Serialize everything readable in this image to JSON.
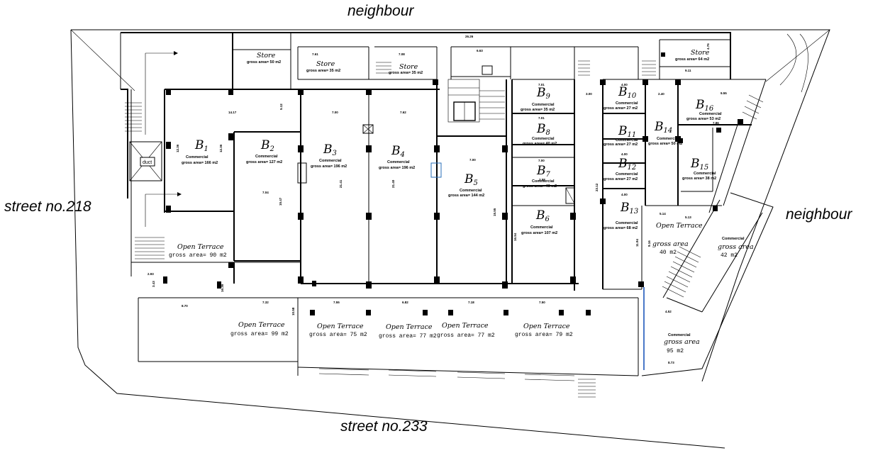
{
  "surroundings": {
    "top": "neighbour",
    "right": "neighbour",
    "left": "street no.218",
    "bottom": "street no.233"
  },
  "units": [
    {
      "id": "b1",
      "letter": "B",
      "sub": "1",
      "use": "Commercial",
      "area": "gross area=  166  m2"
    },
    {
      "id": "b2",
      "letter": "B",
      "sub": "2",
      "use": "Commercial",
      "area": "gross area=  127  m2"
    },
    {
      "id": "b3",
      "letter": "B",
      "sub": "3",
      "use": "Commercial",
      "area": "gross area=  196  m2"
    },
    {
      "id": "b4",
      "letter": "B",
      "sub": "4",
      "use": "Commercial",
      "area": "gross area=  196  m2"
    },
    {
      "id": "b5",
      "letter": "B",
      "sub": "5",
      "use": "Commercial",
      "area": "gross area=  144  m2"
    },
    {
      "id": "b6",
      "letter": "B",
      "sub": "6",
      "use": "Commercial",
      "area": "gross area=  107  m2"
    },
    {
      "id": "b7",
      "letter": "B",
      "sub": "7",
      "use": "Commercial",
      "area": "gross area=  40  m2"
    },
    {
      "id": "b8",
      "letter": "B",
      "sub": "8",
      "use": "Commercial",
      "area": "gross area=  40  m2"
    },
    {
      "id": "b9",
      "letter": "B",
      "sub": "9",
      "use": "Commercial",
      "area": "gross area=  35  m2"
    },
    {
      "id": "b10",
      "letter": "B",
      "sub": "10",
      "use": "Commercial",
      "area": "gross area=  27  m2"
    },
    {
      "id": "b11",
      "letter": "B",
      "sub": "11",
      "use": "Commercial",
      "area": "gross area=  27  m2"
    },
    {
      "id": "b12",
      "letter": "B",
      "sub": "12",
      "use": "Commercial",
      "area": "gross area=  27  m2"
    },
    {
      "id": "b13",
      "letter": "B",
      "sub": "13",
      "use": "Commercial",
      "area": "gross area=  68  m2"
    },
    {
      "id": "b14",
      "letter": "B",
      "sub": "14",
      "use": "Commercial",
      "area": "gross area=  50  m2"
    },
    {
      "id": "b15",
      "letter": "B",
      "sub": "15",
      "use": "Commercial",
      "area": "gross area=  38  m2"
    },
    {
      "id": "b16",
      "letter": "B",
      "sub": "16",
      "use": "Commercial",
      "area": "gross area=  53  m2"
    }
  ],
  "stores": [
    {
      "label": "Store",
      "area": "gross area=   50  m2"
    },
    {
      "label": "Store",
      "area": "gross area=   35  m2"
    },
    {
      "label": "Store",
      "area": "gross area=   35  m2"
    },
    {
      "label": "Store",
      "area": "gross area=   64  m2"
    }
  ],
  "terraces": [
    {
      "label": "Open Terrace",
      "area": "gross area=   90   m2"
    },
    {
      "label": "Open Terrace",
      "area": "gross area=   99   m2"
    },
    {
      "label": "Open Terrace",
      "area": "gross area=   75   m2"
    },
    {
      "label": "Open Terrace",
      "area": "gross area=   77   m2"
    },
    {
      "label": "Open Terrace",
      "area": "gross area=   77   m2"
    },
    {
      "label": "Open Terrace",
      "area": "gross area=   79   m2"
    },
    {
      "label": "Open Terrace",
      "area": "gross area",
      "area2": "40  m2"
    }
  ],
  "right_units": [
    {
      "use": "Commercial",
      "area": "gross area",
      "area2": "42  m2"
    },
    {
      "use": "Commercial",
      "area": "gross area",
      "area2": "95  m2"
    }
  ],
  "duct": "duct",
  "dimensions": [
    "26.26",
    "14.17",
    "7.00",
    "7.62",
    "7.00",
    "7.01",
    "7.01",
    "7.00",
    "4.00",
    "4.00",
    "4.00",
    "2.40",
    "9.55",
    "7.86",
    "12.36",
    "12.36",
    "5.12",
    "15.47",
    "21.41",
    "21.40",
    "7.04",
    "15.55",
    "16.54",
    "7.32",
    "7.55",
    "6.82",
    "7.18",
    "7.50",
    "8.70",
    "10.58",
    "2.93",
    "3.43",
    "16.36",
    "11.94",
    "9.16",
    "4.52",
    "5.14",
    "8.73",
    "6.63",
    "7.61",
    "7.08",
    "3.58",
    "23.12",
    "3.00",
    "9.11",
    "5.13",
    "4.76"
  ]
}
